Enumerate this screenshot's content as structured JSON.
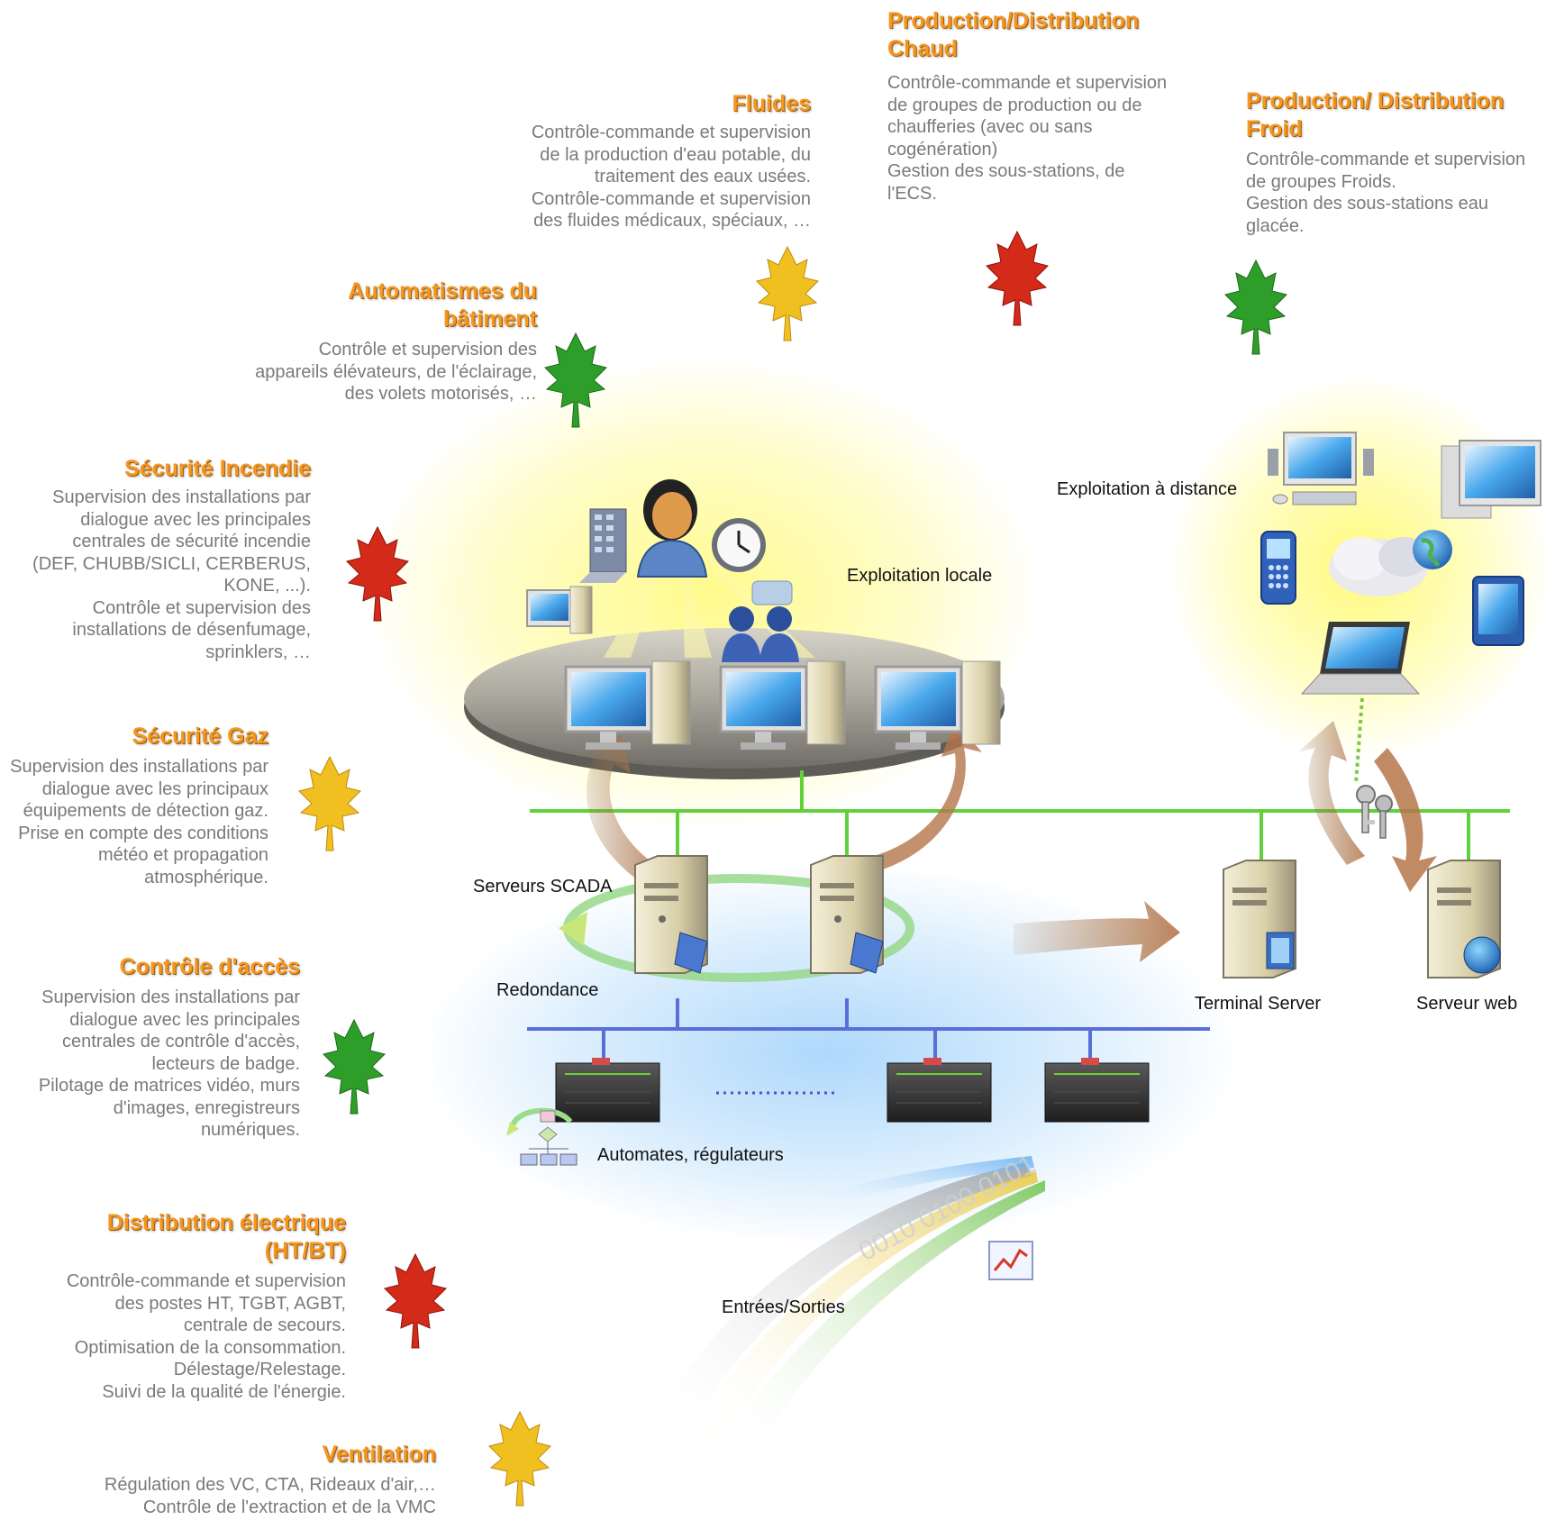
{
  "colors": {
    "title_orange": "#f5961e",
    "desc_grey": "#7a7a7a",
    "network_green": "#5fd13a",
    "network_blue": "#5a6ed8",
    "leaf_red": "#d42a1a",
    "leaf_green": "#2e9e2a",
    "leaf_yellow": "#f0c020"
  },
  "sections": {
    "prod_chaud": {
      "title": "Production/Distribution Chaud",
      "lines": [
        "Contrôle-commande et supervision",
        "de groupes de production ou de",
        "chaufferies (avec ou sans",
        "cogénération)",
        "Gestion des sous-stations, de",
        "l'ECS."
      ]
    },
    "fluides": {
      "title": "Fluides",
      "lines": [
        "Contrôle-commande et supervision",
        "de la production d'eau potable,  du",
        "traitement des eaux usées.",
        "Contrôle-commande et supervision",
        "des fluides médicaux, spéciaux, …"
      ]
    },
    "prod_froid": {
      "title": "Production/ Distribution Froid",
      "lines": [
        "Contrôle-commande et supervision",
        "de groupes Froids.",
        "Gestion des sous-stations eau",
        "glacée."
      ]
    },
    "automatismes": {
      "title": "Automatismes du bâtiment",
      "lines": [
        "Contrôle et supervision des",
        "appareils élévateurs, de l'éclairage,",
        "des volets motorisés, …"
      ]
    },
    "incendie": {
      "title": "Sécurité Incendie",
      "lines": [
        "Supervision des installations par",
        "dialogue avec les principales",
        "centrales de sécurité incendie",
        "(DEF, CHUBB/SICLI, CERBERUS,",
        "KONE, ...).",
        "Contrôle et supervision des",
        "installations de désenfumage,",
        "sprinklers, …"
      ]
    },
    "gaz": {
      "title": "Sécurité Gaz",
      "lines": [
        "Supervision des installations par",
        "dialogue avec les principaux",
        "équipements de détection gaz.",
        "Prise en compte des conditions",
        "météo et propagation",
        "atmosphérique."
      ]
    },
    "acces": {
      "title": "Contrôle d'accès",
      "lines": [
        "Supervision des installations par",
        "dialogue avec les principales",
        "centrales de contrôle d'accès,",
        "lecteurs de badge.",
        "Pilotage de matrices vidéo, murs",
        "d'images, enregistreurs",
        "numériques."
      ]
    },
    "electrique": {
      "title": "Distribution électrique (HT/BT)",
      "lines": [
        "Contrôle-commande et supervision",
        "des postes HT, TGBT, AGBT,",
        "centrale de secours.",
        "Optimisation de la consommation.",
        "Délestage/Relestage.",
        "Suivi de la qualité de l'énergie."
      ]
    },
    "ventilation": {
      "title": "Ventilation",
      "lines": [
        "Régulation des VC, CTA, Rideaux d'air,…",
        "Contrôle de l'extraction et de la VMC"
      ]
    }
  },
  "labels": {
    "exploitation_distance": "Exploitation à distance",
    "exploitation_locale": "Exploitation locale",
    "serveurs_scada": "Serveurs SCADA",
    "redondance": "Redondance",
    "terminal_server": "Terminal Server",
    "serveur_web": "Serveur web",
    "automates": "Automates, régulateurs",
    "entrees_sorties": "Entrées/Sorties",
    "binary_stream": "0010 0100 0101"
  }
}
